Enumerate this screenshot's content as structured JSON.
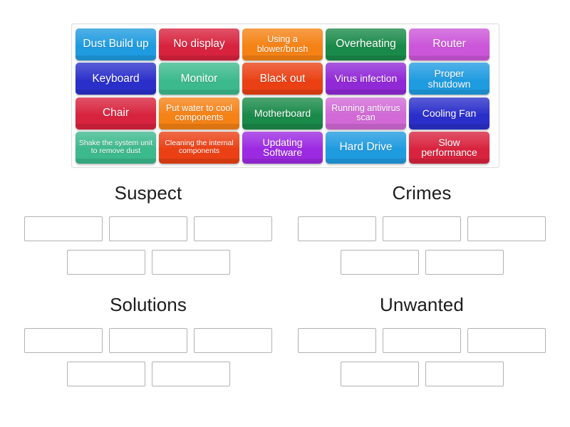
{
  "tile_bank": {
    "name": "word-tile-bank",
    "rows": [
      [
        {
          "label": "Dust Build up",
          "color": "#1f9be0",
          "size": "fs-lg"
        },
        {
          "label": "No display",
          "color": "#d8233e",
          "size": "fs-lg"
        },
        {
          "label": "Using a blower/brush",
          "color": "#f58215",
          "size": "fs-sm"
        },
        {
          "label": "Overheating",
          "color": "#1a8a4a",
          "size": "fs-lg"
        },
        {
          "label": "Router",
          "color": "#cc56d9",
          "size": "fs-lg"
        }
      ],
      [
        {
          "label": "Keyboard",
          "color": "#2b2fca",
          "size": "fs-lg"
        },
        {
          "label": "Monitor",
          "color": "#3cb98d",
          "size": "fs-lg"
        },
        {
          "label": "Black out",
          "color": "#ea4014",
          "size": "fs-lg"
        },
        {
          "label": "Virus infection",
          "color": "#9029d6",
          "size": "fs-md"
        },
        {
          "label": "Proper shutdown",
          "color": "#1f9be0",
          "size": "fs-md"
        }
      ],
      [
        {
          "label": "Chair",
          "color": "#d8233e",
          "size": "fs-lg"
        },
        {
          "label": "Put water to cool components",
          "color": "#f58215",
          "size": "fs-sm"
        },
        {
          "label": "Motherboard",
          "color": "#1a8a4a",
          "size": "fs-md"
        },
        {
          "label": "Running antivirus scan",
          "color": "#d169d6",
          "size": "fs-sm"
        },
        {
          "label": "Cooling Fan",
          "color": "#2b2fca",
          "size": "fs-md"
        }
      ],
      [
        {
          "label": "Shake the system unit to remove dust",
          "color": "#3cb98d",
          "size": "fs-xs"
        },
        {
          "label": "Cleaning the internal components",
          "color": "#ea4014",
          "size": "fs-xs"
        },
        {
          "label": "Updating Software",
          "color": "#9c2ae2",
          "size": "fs-md"
        },
        {
          "label": "Hard Drive",
          "color": "#1f9be0",
          "size": "fs-lg"
        },
        {
          "label": "Slow performance",
          "color": "#d8233e",
          "size": "fs-md"
        }
      ]
    ]
  },
  "groups": [
    {
      "title": "Suspect",
      "top_slots": 3,
      "bottom_slots": 2
    },
    {
      "title": "Crimes",
      "top_slots": 3,
      "bottom_slots": 2
    },
    {
      "title": "Solutions",
      "top_slots": 3,
      "bottom_slots": 2
    },
    {
      "title": "Unwanted",
      "top_slots": 3,
      "bottom_slots": 2
    }
  ],
  "theme": {
    "background": "#ffffff",
    "panel_background": "#fdfdfd",
    "panel_border": "#dcdcdc",
    "slot_border": "#b2b2b2",
    "title_color": "#1c1c1c",
    "tile_text_color": "#ffffff"
  }
}
